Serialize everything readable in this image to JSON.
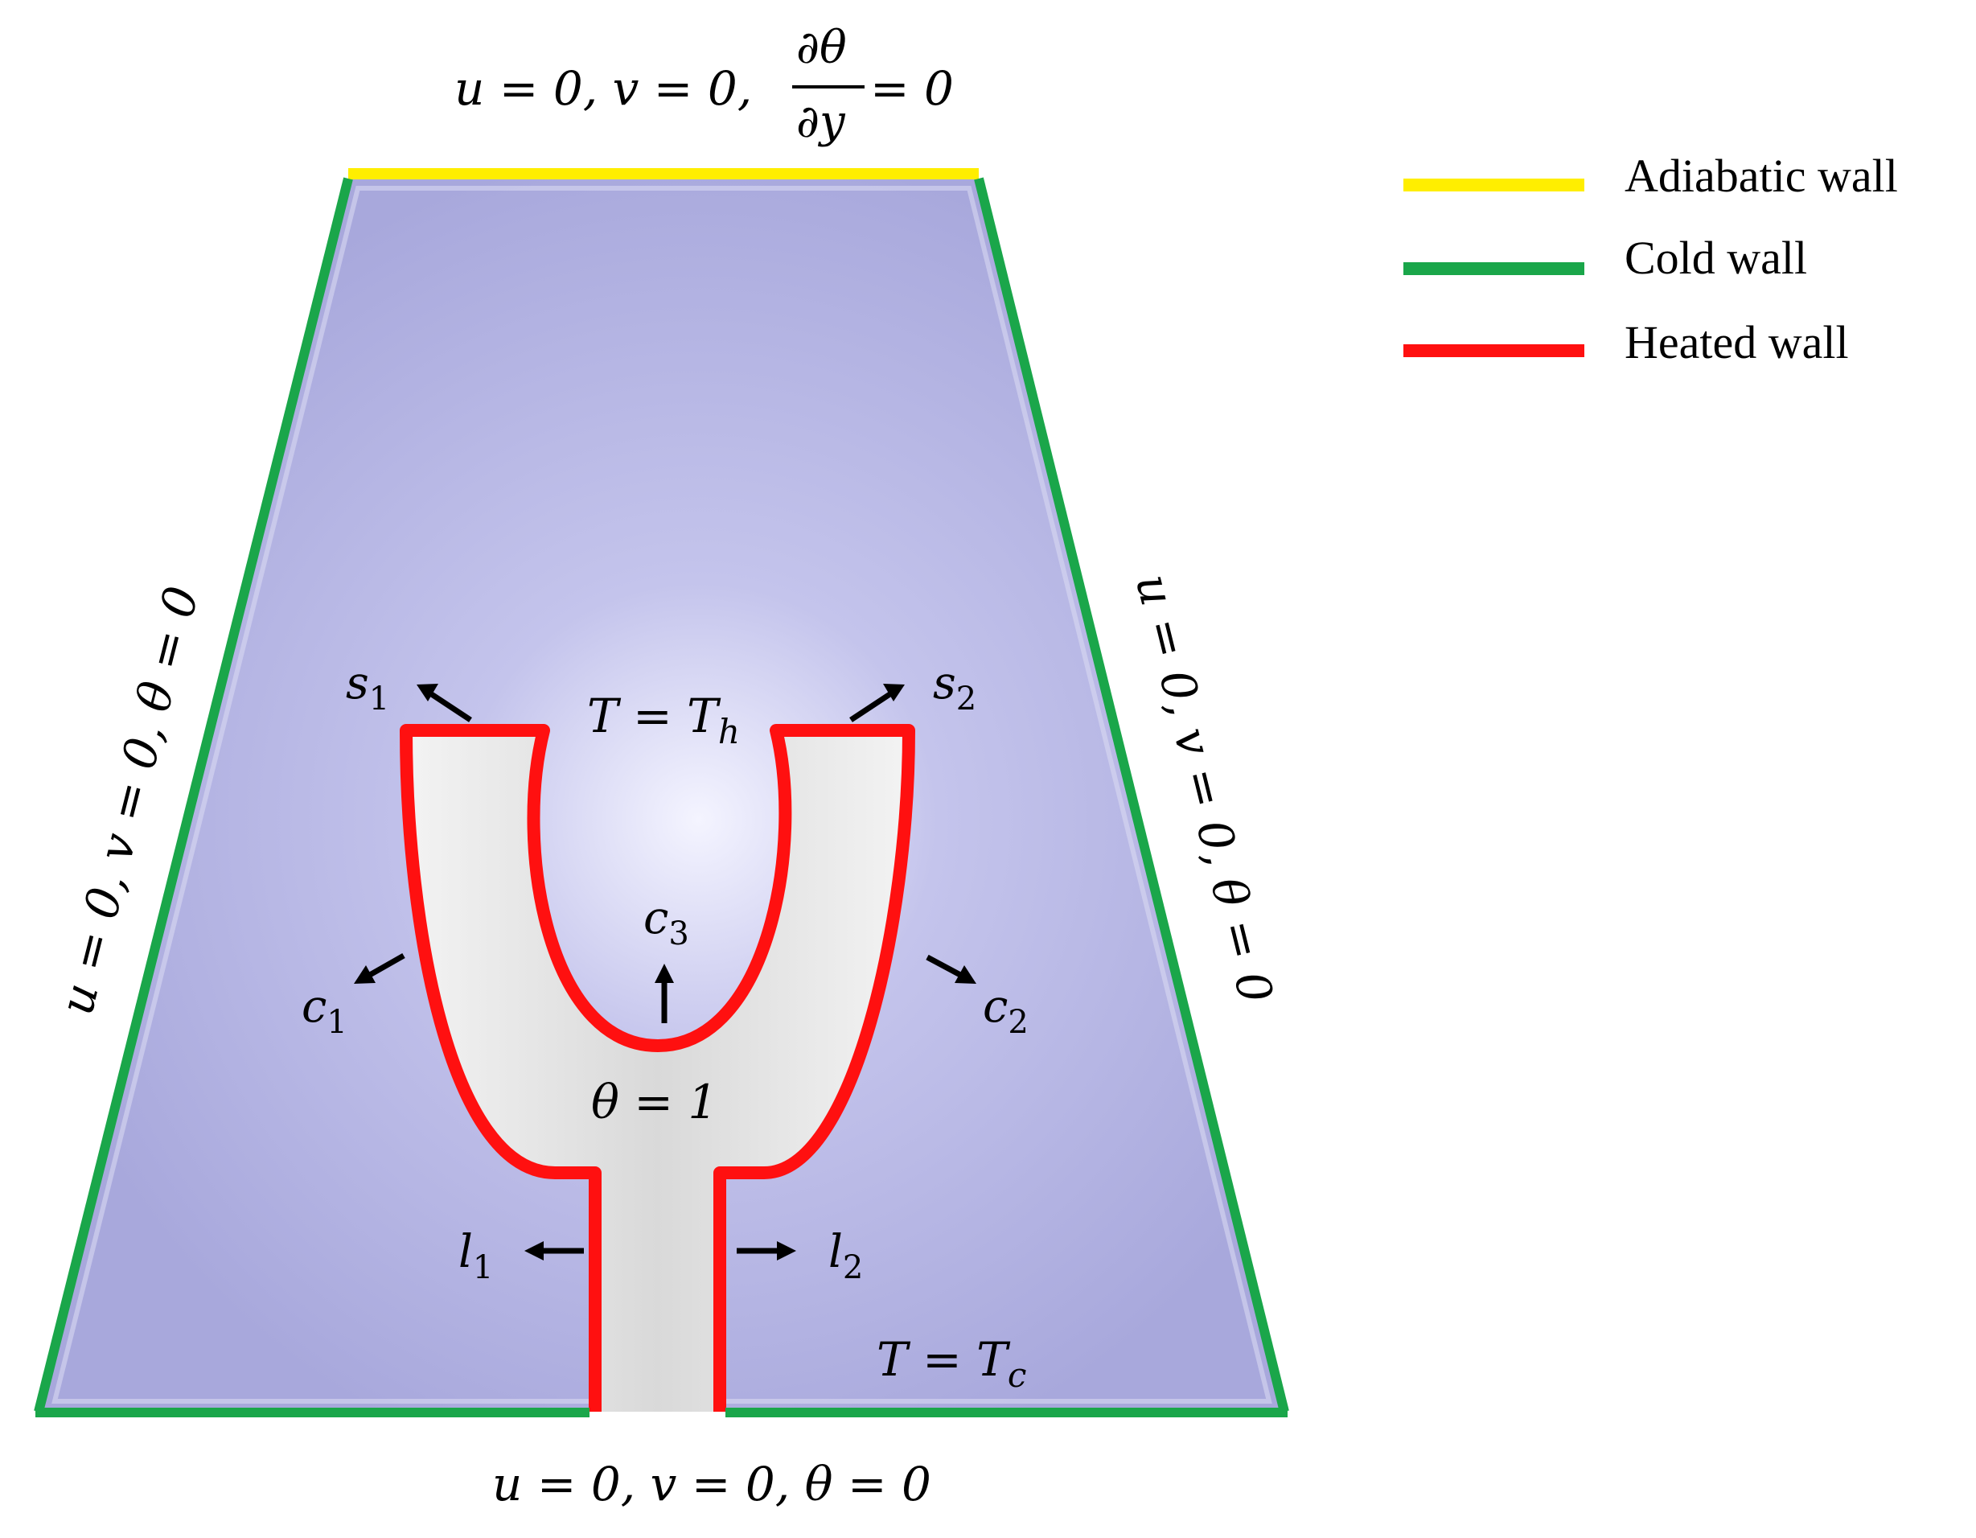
{
  "domain_figure": "boundary-conditions",
  "colors": {
    "fluid": "#a9a9dc",
    "fluid_light": "#dfe0f8",
    "body": "#e6e6e6",
    "adiabatic": "#ffee00",
    "cold": "#1aa64a",
    "heated": "#ff1010",
    "arrow": "#000000"
  },
  "bc_top": {
    "u": "u = 0, v = 0, ",
    "num": "∂θ",
    "den": "∂y",
    "rhs": " = 0"
  },
  "bc_left": "u = 0, v = 0, θ = 0",
  "bc_right": "u = 0, v = 0, θ = 0",
  "bc_bottom": "u = 0, v = 0, θ = 0",
  "labels": {
    "s1": {
      "base": "s",
      "sub": "1"
    },
    "s2": {
      "base": "s",
      "sub": "2"
    },
    "c1": {
      "base": "c",
      "sub": "1"
    },
    "c2": {
      "base": "c",
      "sub": "2"
    },
    "c3": {
      "base": "c",
      "sub": "3"
    },
    "l1": {
      "base": "l",
      "sub": "1"
    },
    "l2": {
      "base": "l",
      "sub": "2"
    },
    "Th": {
      "base": "T = T",
      "sub": "h"
    },
    "Tc": {
      "base": "T = T",
      "sub": "c"
    },
    "theta": "θ = 1"
  },
  "legend": [
    {
      "label": "Adiabatic wall",
      "color_key": "adiabatic"
    },
    {
      "label": "Cold wall",
      "color_key": "cold"
    },
    {
      "label": "Heated wall",
      "color_key": "heated"
    }
  ]
}
